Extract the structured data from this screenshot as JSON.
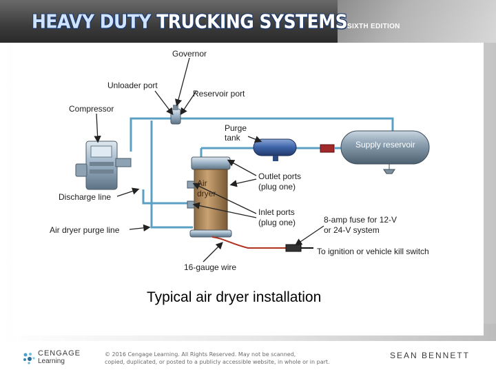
{
  "banner": {
    "title_part1": "HEAVY DUTY ",
    "title_part2": "TRUCKING SYSTEMS",
    "edition": "SIXTH EDITION"
  },
  "diagram": {
    "labels": {
      "governor": "Governor",
      "unloader_port": "Unloader port",
      "reservoir_port": "Reservoir port",
      "compressor": "Compressor",
      "purge_tank_1": "Purge",
      "purge_tank_2": "tank",
      "supply_reservoir": "Supply reservoir",
      "air_dryer_1": "Air",
      "air_dryer_2": "dryer",
      "outlet_ports_1": "Outlet ports",
      "outlet_ports_2": "(plug one)",
      "discharge_line": "Discharge line",
      "inlet_ports_1": "Inlet ports",
      "inlet_ports_2": "(plug one)",
      "fuse_1": "8-amp fuse for 12-V",
      "fuse_2": "or 24-V system",
      "air_dryer_purge_line": "Air dryer purge line",
      "ignition": "To ignition or vehicle kill switch",
      "wire": "16-gauge wire"
    },
    "colors": {
      "line": "#5a9fc4",
      "dryer": "#b89060",
      "metal": "#9fb5c8",
      "wire": "#b03020"
    }
  },
  "caption": "Typical air dryer installation",
  "footer": {
    "brand": "CENGAGE",
    "brand_sub": "Learning",
    "copyright_1": "© 2016 Cengage Learning. All Rights Reserved. May not be scanned,",
    "copyright_2": "copied, duplicated, or posted to a publicly accessible website, in whole or in part.",
    "author": "SEAN BENNETT"
  }
}
